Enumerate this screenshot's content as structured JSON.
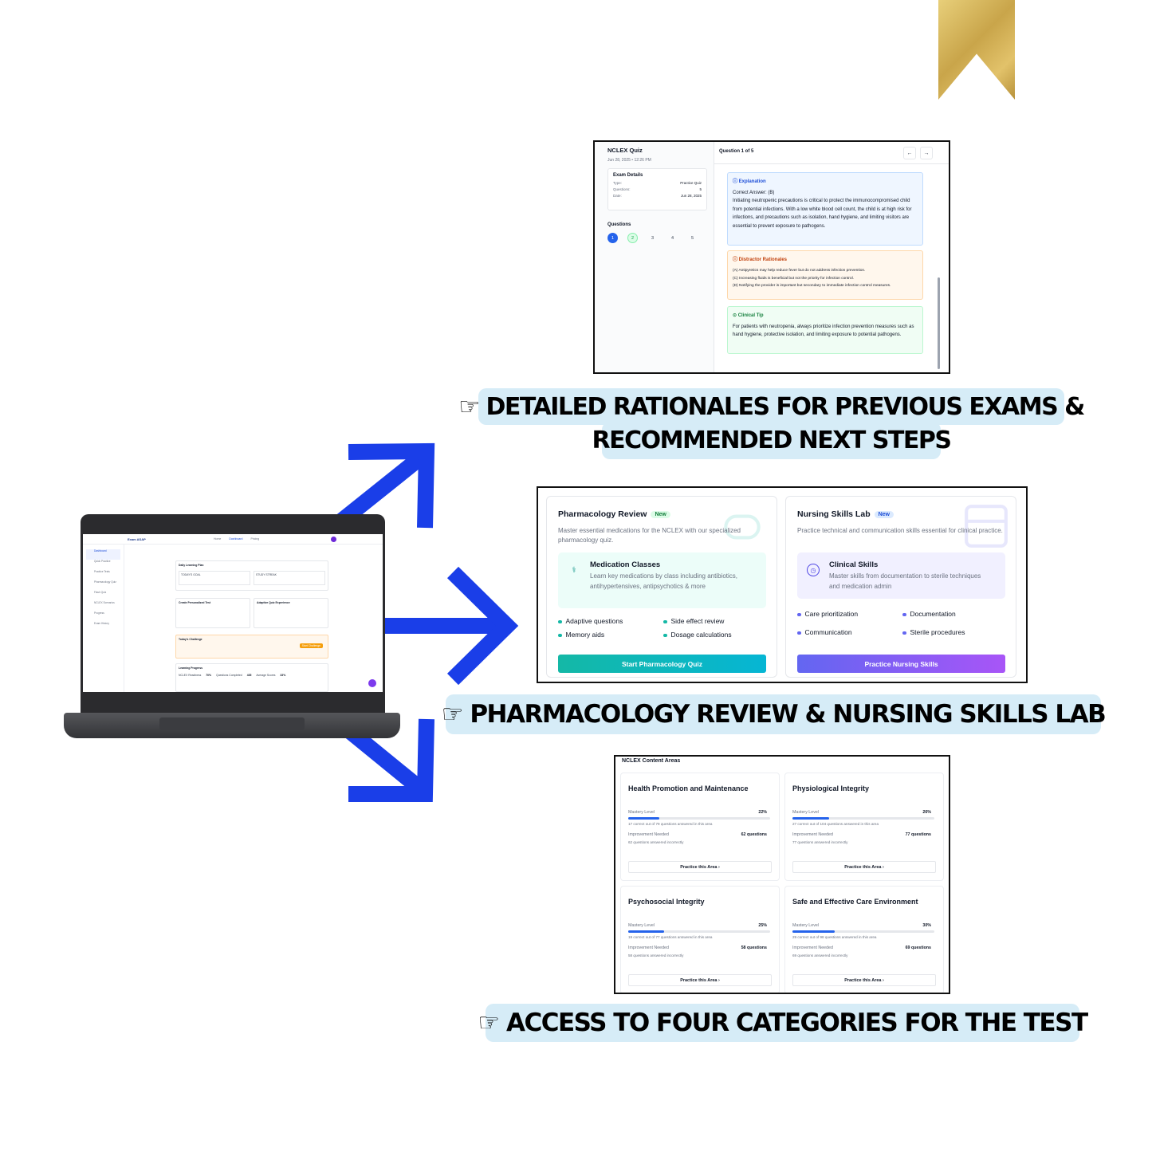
{
  "colors": {
    "arrow": "#1a3ee8",
    "label_bg": "#d6ecf7",
    "gold": "#c9a54a"
  },
  "laptop": {
    "brand": "Exam ASAP",
    "nav": [
      "Home",
      "Dashboard",
      "Pricing"
    ],
    "sidebar": [
      "Dashboard",
      "Quick Practice",
      "Practice Tests",
      "Pharmacology Quiz",
      "Flash Quiz",
      "NCLEX Scenarios",
      "Progress",
      "Exam History"
    ],
    "daily_plan": "Daily Learning Plan",
    "todays_goal": "TODAY'S GOAL",
    "study_streak": "STUDY STREAK",
    "create_test": "Create Personalized Test",
    "adaptive_quiz": "Adaptive Quiz Experience",
    "challenge": "Today's Challenge",
    "start_challenge": "Start Challenge",
    "learning_progress": "Learning Progress",
    "readiness_label": "NCLEX Readiness",
    "readiness": "70%",
    "questions_completed": "Questions Completed",
    "questions_value": "435",
    "average_score": "Average Scores",
    "average_value": "33%"
  },
  "quiz": {
    "title": "NCLEX Quiz",
    "date": "Jun 28, 2025 • 12:26 PM",
    "exam_details": "Exam Details",
    "rows": [
      {
        "k": "Type:",
        "v": "Practice Quiz"
      },
      {
        "k": "Questions:",
        "v": "5"
      },
      {
        "k": "Date:",
        "v": "Jun 28, 2025"
      }
    ],
    "questions_label": "Questions",
    "question_numbers": [
      "1",
      "2",
      "3",
      "4",
      "5"
    ],
    "header": "Question 1 of 5",
    "prev_icon": "←",
    "next_icon": "→",
    "explanation_title": "ⓘ Explanation",
    "correct_answer": "Correct Answer: (B)",
    "explanation": "Initiating neutropenic precautions is critical to protect the immunocompromised child from potential infections. With a low white blood cell count, the child is at high risk for infections, and precautions such as isolation, hand hygiene, and limiting visitors are essential to prevent exposure to pathogens.",
    "distractor_title": "ⓘ Distractor Rationales",
    "distractors": [
      "(A) Antipyretics may help reduce fever but do not address infection prevention.",
      "(C) Increasing fluids is beneficial but not the priority for infection control.",
      "(D) Notifying the provider is important but secondary to immediate infection control measures."
    ],
    "tip_title": "⊙ Clinical Tip",
    "tip": "For patients with neutropenia, always prioritize infection prevention measures such as hand hygiene, protective isolation, and limiting exposure to potential pathogens."
  },
  "labels": {
    "label1_line1": "☞ DETAILED RATIONALES FOR PREVIOUS EXAMS &",
    "label1_line2": "RECOMMENDED NEXT STEPS",
    "label2": "☞ PHARMACOLOGY REVIEW & NURSING SKILLS LAB",
    "label3": "☞ ACCESS TO FOUR CATEGORIES FOR THE TEST"
  },
  "pharmacology": {
    "title": "Pharmacology Review",
    "badge": "New",
    "desc": "Master essential medications for the NCLEX with our specialized pharmacology quiz.",
    "inner_title": "Medication Classes",
    "inner_desc": "Learn key medications by class including antibiotics, antihypertensives, antipsychotics & more",
    "features": [
      "Adaptive questions",
      "Side effect review",
      "Memory aids",
      "Dosage calculations"
    ],
    "button": "Start Pharmacology Quiz",
    "accent": "#14b8a6"
  },
  "nursing": {
    "title": "Nursing Skills Lab",
    "badge": "New",
    "desc": "Practice technical and communication skills essential for clinical practice.",
    "inner_title": "Clinical Skills",
    "inner_desc": "Master skills from documentation to sterile techniques and medication admin",
    "features": [
      "Care prioritization",
      "Documentation",
      "Communication",
      "Sterile procedures"
    ],
    "button": "Practice Nursing Skills",
    "accent": "#6366f1"
  },
  "content_areas": {
    "heading": "NCLEX Content Areas",
    "cards": [
      {
        "title": "Health Promotion and Maintenance",
        "mastery_label": "Mastery Level",
        "mastery": 22,
        "mastery_text": "22%",
        "correct": "17 correct out of 79 questions answered in this area",
        "improvement_label": "Improvement Needed",
        "improvement": "62 questions",
        "incorrect": "62 questions answered incorrectly",
        "button": "Practice this Area ›"
      },
      {
        "title": "Physiological Integrity",
        "mastery_label": "Mastery Level",
        "mastery": 26,
        "mastery_text": "26%",
        "correct": "27 correct out of 104 questions answered in this area",
        "improvement_label": "Improvement Needed",
        "improvement": "77 questions",
        "incorrect": "77 questions answered incorrectly",
        "button": "Practice this Area ›"
      },
      {
        "title": "Psychosocial Integrity",
        "mastery_label": "Mastery Level",
        "mastery": 25,
        "mastery_text": "25%",
        "correct": "19 correct out of 77 questions answered in this area",
        "improvement_label": "Improvement Needed",
        "improvement": "58 questions",
        "incorrect": "58 questions answered incorrectly",
        "button": "Practice this Area ›"
      },
      {
        "title": "Safe and Effective Care Environment",
        "mastery_label": "Mastery Level",
        "mastery": 30,
        "mastery_text": "30%",
        "correct": "29 correct out of 98 questions answered in this area",
        "improvement_label": "Improvement Needed",
        "improvement": "69 questions",
        "incorrect": "69 questions answered incorrectly",
        "button": "Practice this Area ›"
      }
    ]
  }
}
